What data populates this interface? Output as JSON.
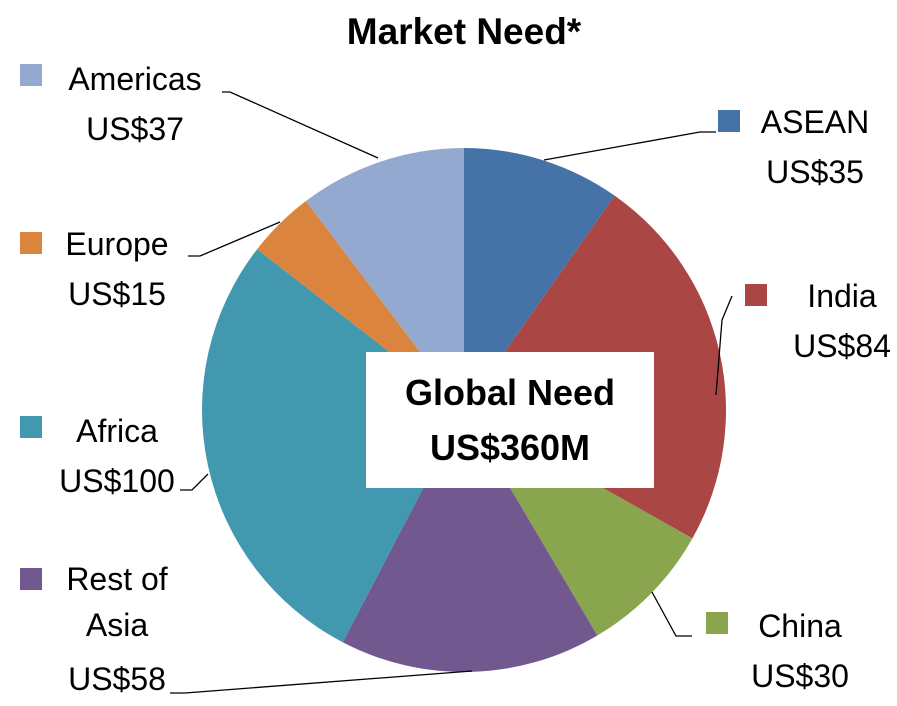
{
  "chart_data": {
    "type": "pie",
    "title": "Market Need*",
    "center_label": {
      "line1": "Global Need",
      "line2": "US$360M"
    },
    "categories": [
      "ASEAN",
      "India",
      "China",
      "Rest of Asia",
      "Africa",
      "Europe",
      "Americas"
    ],
    "values": [
      35,
      84,
      30,
      58,
      100,
      15,
      37
    ],
    "value_labels": [
      "US$35",
      "US$84",
      "US$30",
      "US$58",
      "US$100",
      "US$15",
      "US$37"
    ],
    "colors": [
      "#4572A7",
      "#AA4643",
      "#89A54E",
      "#71588F",
      "#4198AF",
      "#DB843D",
      "#93A9CF"
    ],
    "legend_placement": "around-pie"
  }
}
